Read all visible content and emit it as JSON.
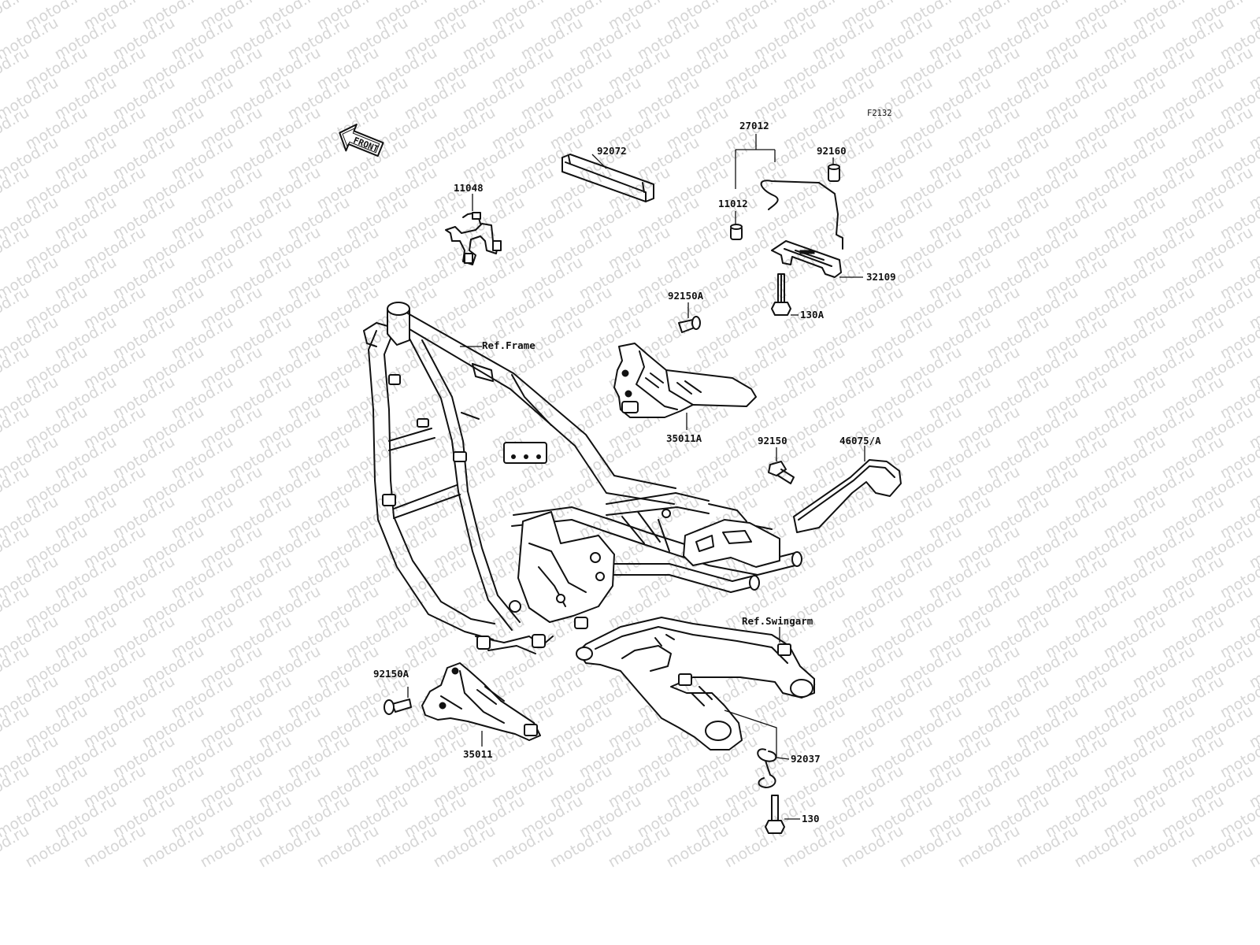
{
  "watermark": {
    "text": "motod.ru"
  },
  "diagram_code": "F2132",
  "front_arrow_label": "FRONT",
  "callouts": {
    "p11048": "11048",
    "p92072": "92072",
    "p27012": "27012",
    "p92160": "92160",
    "p11012": "11012",
    "p32109": "32109",
    "p130A": "130A",
    "p92150A_top": "92150A",
    "ref_frame": "Ref.Frame",
    "p35011A": "35011A",
    "p92150": "92150",
    "p46075A": "46075/A",
    "ref_swingarm": "Ref.Swingarm",
    "p92150A_bottom": "92150A",
    "p35011": "35011",
    "p92037": "92037",
    "p130": "130"
  },
  "colors": {
    "line": "#111111",
    "watermark": "#d6d6d6",
    "background": "#ffffff"
  }
}
